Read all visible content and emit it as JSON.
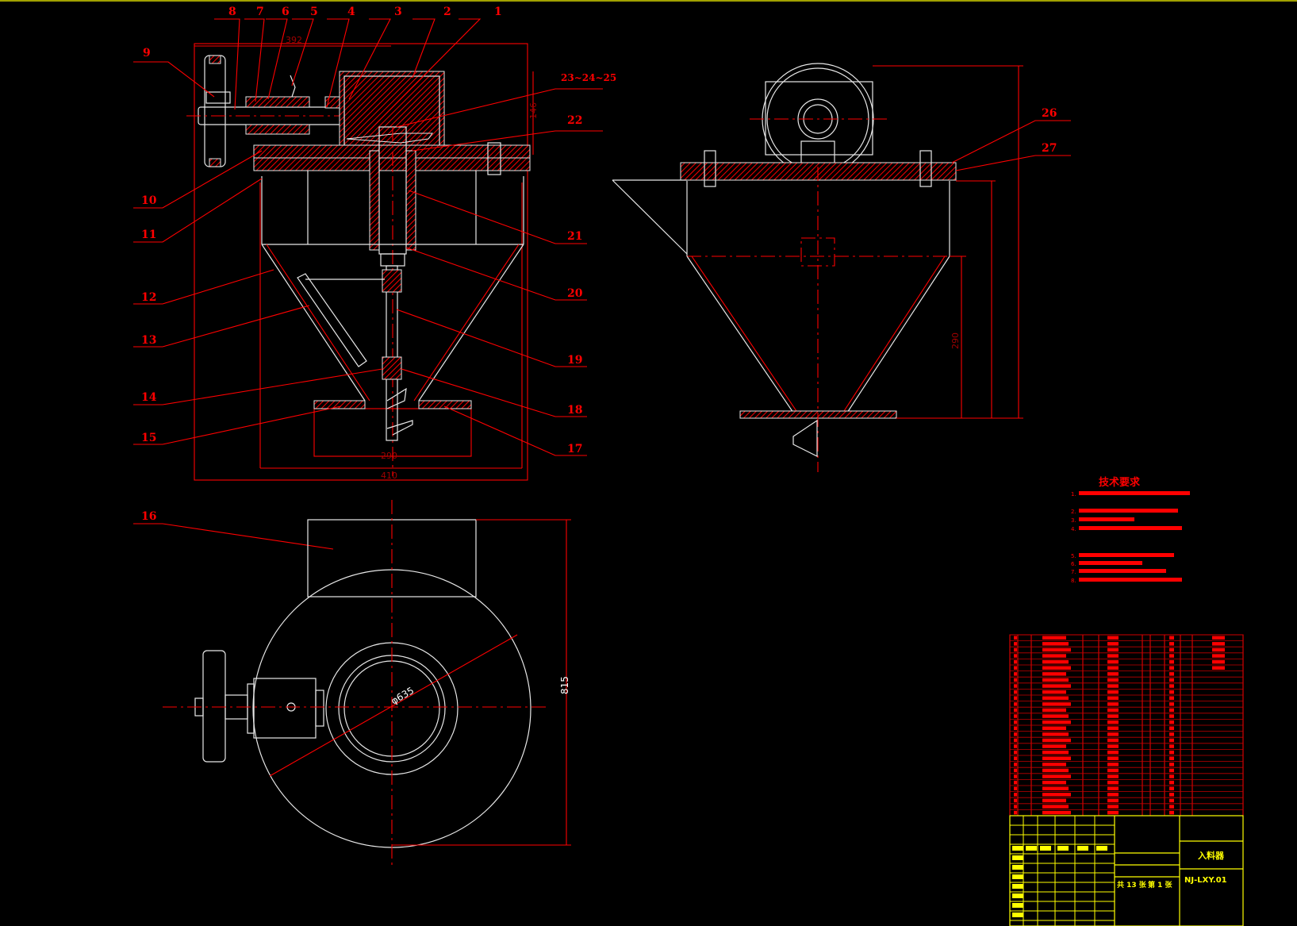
{
  "drawing": {
    "title": "入料器",
    "drawing_number": "NJ-LXY.01",
    "sheet_total": "共 13 张",
    "sheet_index": "第 1 张"
  },
  "part_labels": {
    "top": [
      "8",
      "7",
      "6",
      "5",
      "4",
      "3",
      "2",
      "1"
    ],
    "left": [
      "9",
      "10",
      "11",
      "12",
      "13",
      "14",
      "15",
      "16"
    ],
    "right_front": [
      "23~24~25",
      "22",
      "21",
      "20",
      "19",
      "18",
      "17"
    ],
    "right_side": [
      "26",
      "27"
    ]
  },
  "dimensions": {
    "shaft_length": "392",
    "gearbox_height": "146",
    "inner_width": "290",
    "outer_width": "410",
    "cone_height": "290",
    "top_view_depth": "815",
    "diameter": "φ635"
  },
  "technical_requirements": {
    "title": "技术要求",
    "item_numbers": [
      "1.",
      "2.",
      "3.",
      "4.",
      "5.",
      "6.",
      "7.",
      "8."
    ]
  },
  "colors": {
    "background": "#000000",
    "outline": "#e8e8e8",
    "annotation": "#ff0000",
    "title_block": "#ffff00"
  }
}
